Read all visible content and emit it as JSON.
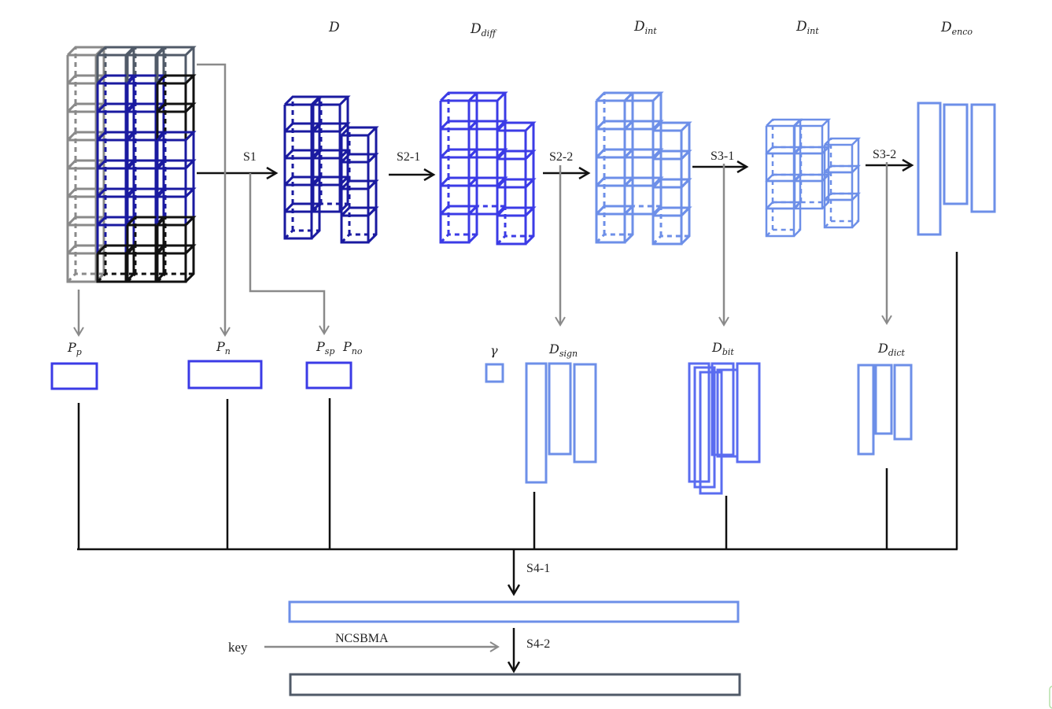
{
  "colors": {
    "grey": "#8a8a8a",
    "darkgrey": "#505a68",
    "black": "#111111",
    "navy": "#1a1aa0",
    "royal": "#3b3be6",
    "blue": "#4a4ae8",
    "light": "#6d8fe8",
    "arrow": "#8a8a8a"
  },
  "top_labels": {
    "d": {
      "base": "D",
      "sub": ""
    },
    "d_diff": {
      "base": "D",
      "sub": "diff"
    },
    "d_int1": {
      "base": "D",
      "sub": "int"
    },
    "d_int2": {
      "base": "D",
      "sub": "int"
    },
    "d_enco": {
      "base": "D",
      "sub": "enco"
    }
  },
  "steps": {
    "s1": "S1",
    "s2_1": "S2-1",
    "s2_2": "S2-2",
    "s3_1": "S3-1",
    "s3_2": "S3-2",
    "s4_1": "S4-1",
    "s4_2": "S4-2"
  },
  "outputs": {
    "pp": {
      "base": "P",
      "sub": "p"
    },
    "pn": {
      "base": "P",
      "sub": "n"
    },
    "psp": {
      "base": "P",
      "sub": "sp"
    },
    "pno": {
      "base": "P",
      "sub": "no"
    },
    "gamma": "γ",
    "d_sign": {
      "base": "D",
      "sub": "sign"
    },
    "d_bit": {
      "base": "D",
      "sub": "bit"
    },
    "d_dict": {
      "base": "D",
      "sub": "dict"
    }
  },
  "key_label": "key",
  "ncsbma_label": "NCSBMA"
}
